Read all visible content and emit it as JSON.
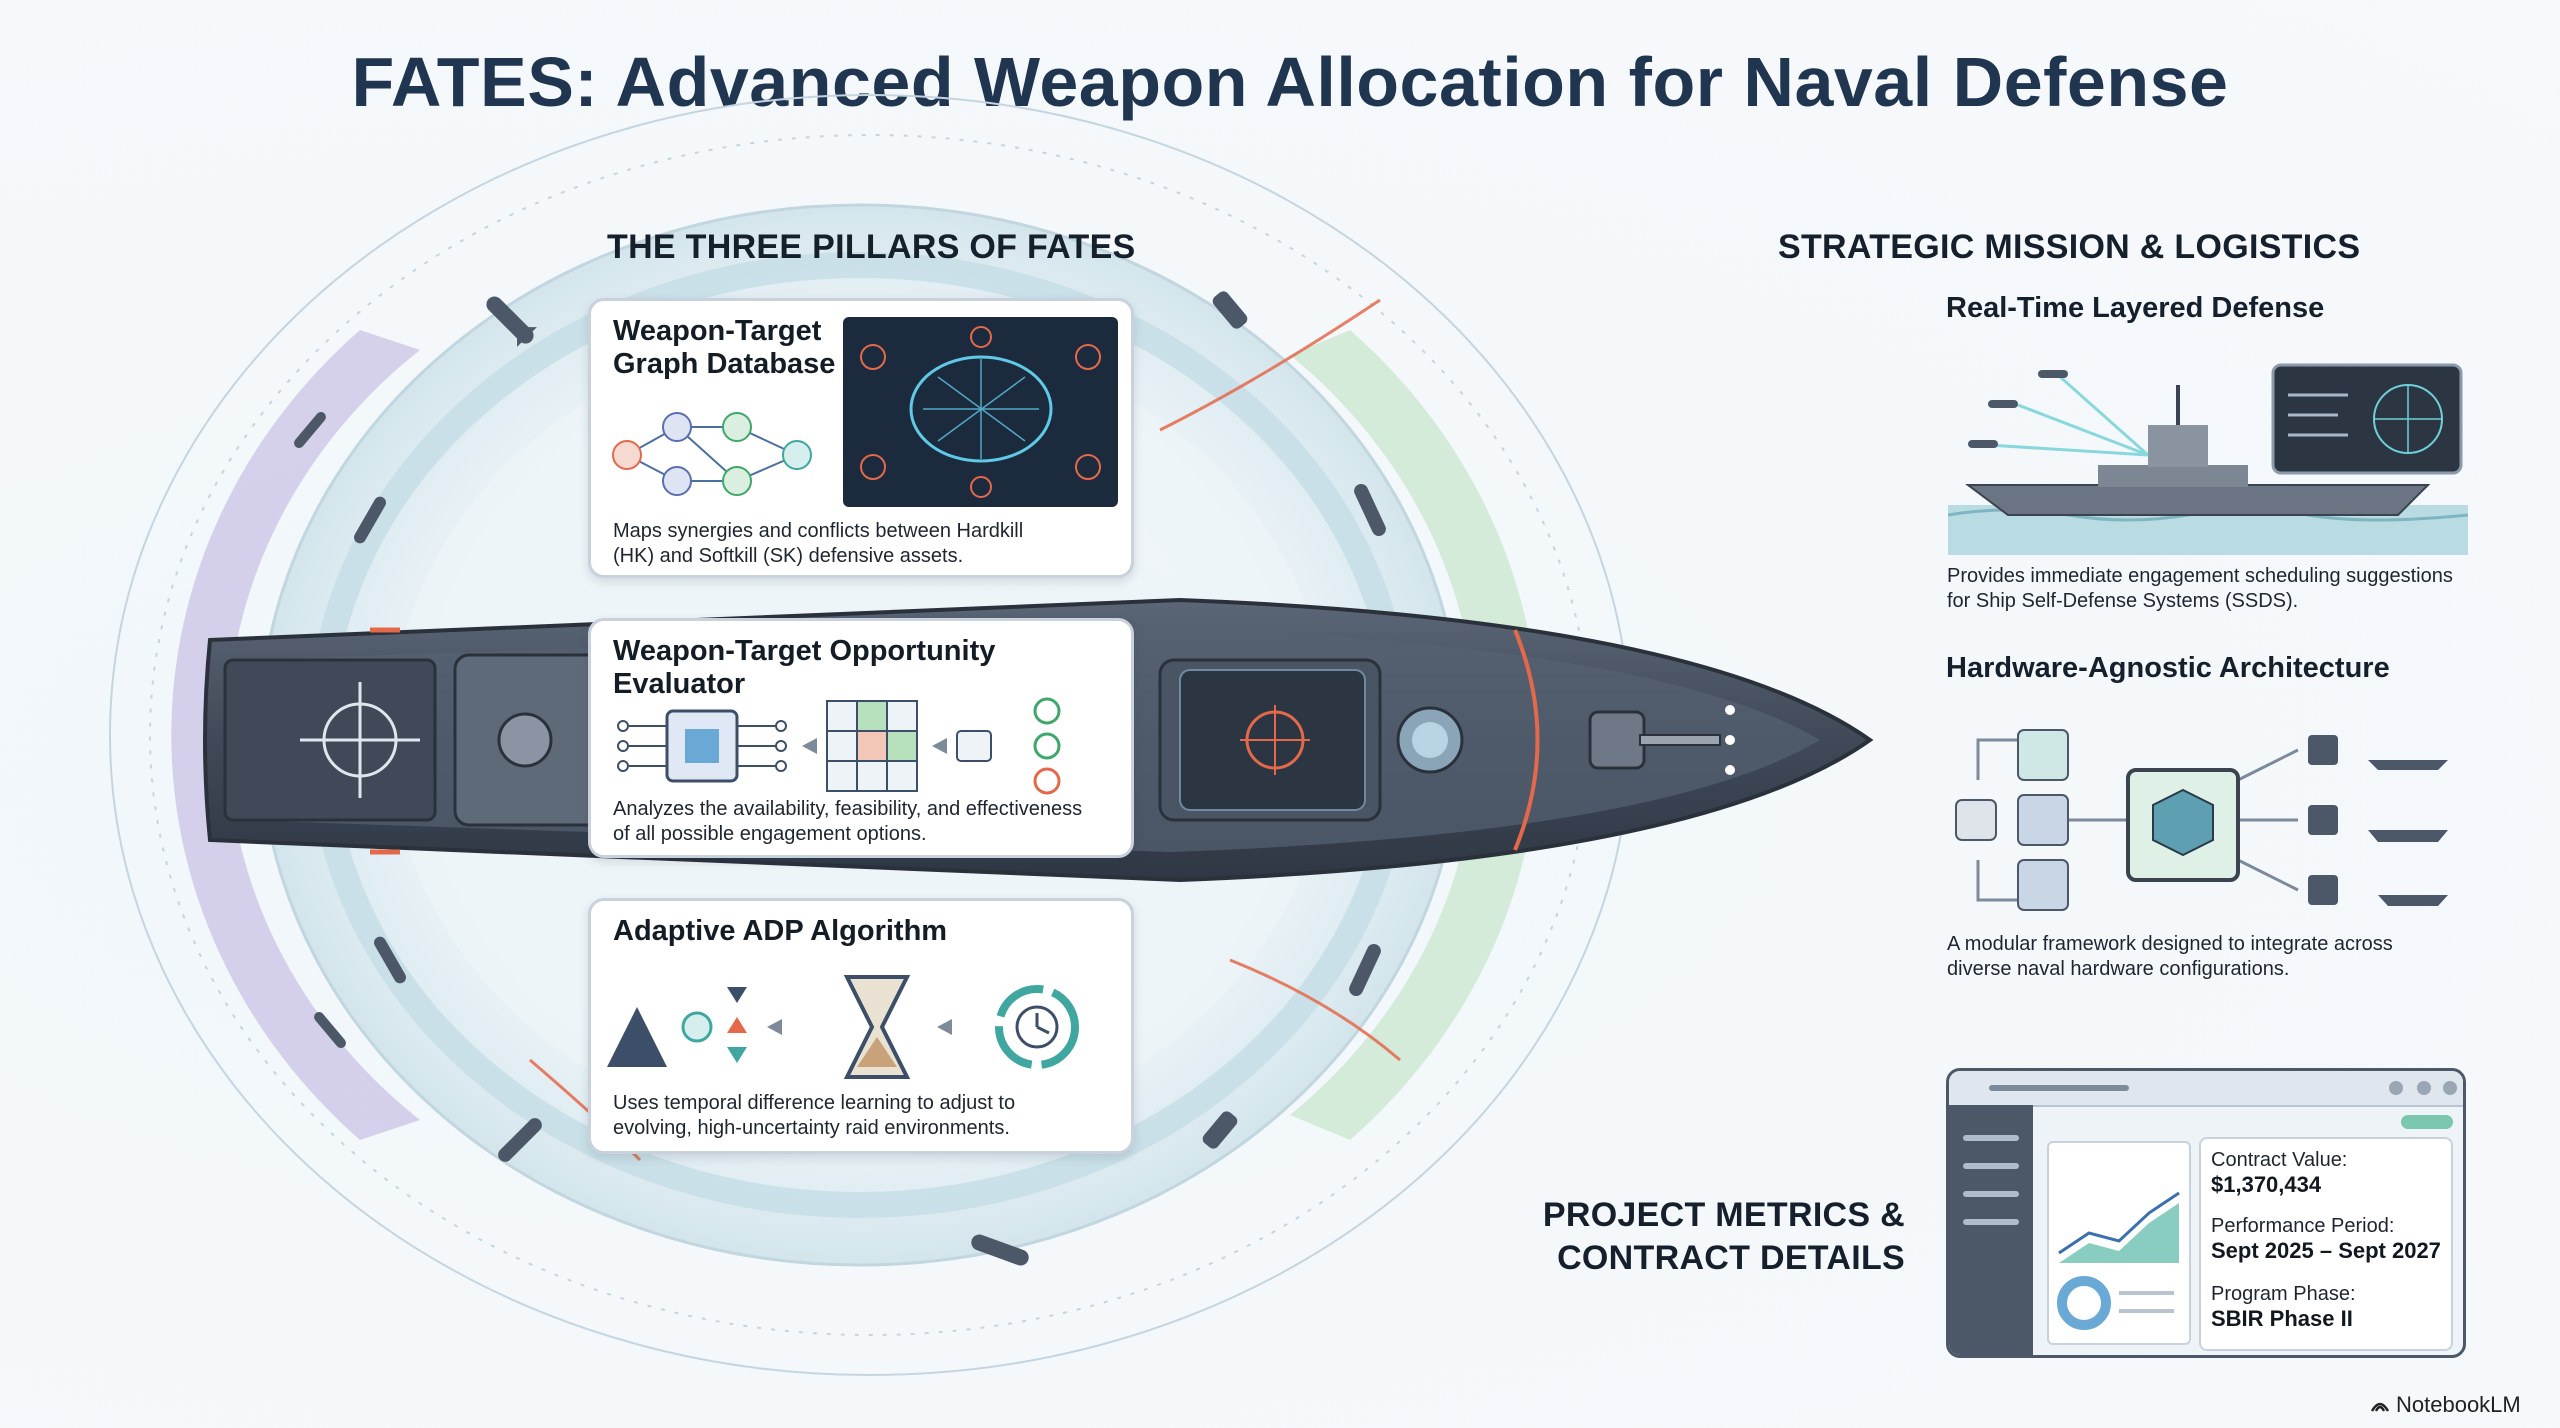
{
  "title": "FATES: Advanced Weapon Allocation for Naval Defense",
  "pillars_heading": "THE THREE PILLARS OF FATES",
  "pillars": [
    {
      "title_line1": "Weapon-Target",
      "title_line2": "Graph Database",
      "desc_line1": "Maps synergies and conflicts between Hardkill",
      "desc_line2": "(HK) and Softkill (SK) defensive assets.",
      "icon": "brain-network-icon"
    },
    {
      "title": "Weapon-Target Opportunity Evaluator",
      "desc_line1": "Analyzes the availability, feasibility, and effectiveness",
      "desc_line2": "of all possible engagement options.",
      "icon": "chip-matrix-icon"
    },
    {
      "title": "Adaptive ADP Algorithm",
      "desc_line1": "Uses temporal difference learning to adjust to",
      "desc_line2": "evolving, high-uncertainty raid environments.",
      "icon": "hourglass-cycle-icon"
    }
  ],
  "strategic_heading": "STRATEGIC MISSION & LOGISTICS",
  "strategic": [
    {
      "title": "Real-Time Layered Defense",
      "desc_line1": "Provides immediate engagement scheduling suggestions",
      "desc_line2": "for Ship Self-Defense Systems (SSDS).",
      "icon": "warship-radar-icon"
    },
    {
      "title": "Hardware-Agnostic Architecture",
      "desc_line1": "A modular framework designed to integrate across",
      "desc_line2": "diverse naval hardware configurations.",
      "icon": "modular-processor-icon"
    }
  ],
  "metrics_heading_line1": "PROJECT METRICS &",
  "metrics_heading_line2": "CONTRACT DETAILS",
  "metrics": [
    {
      "label": "Contract Value:",
      "value": "$1,370,434"
    },
    {
      "label": "Performance Period:",
      "value": "Sept 2025 – Sept 2027"
    },
    {
      "label": "Program Phase:",
      "value": "SBIR Phase II"
    }
  ],
  "brand": "NotebookLM",
  "colors": {
    "title": "#1f3550",
    "accent_orange": "#e4694a",
    "accent_teal": "#3fa7a0",
    "hull": "#45505e",
    "ring_purple": "#b9aede",
    "ring_green": "#bfe3c4"
  }
}
